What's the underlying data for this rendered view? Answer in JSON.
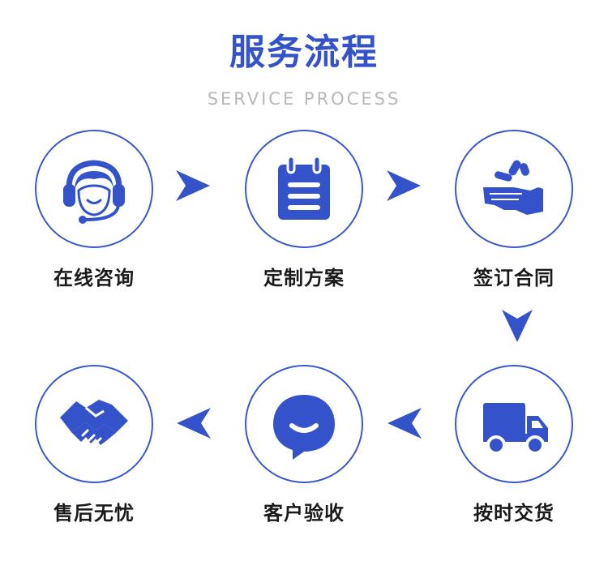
{
  "header": {
    "title": "服务流程",
    "subtitle": "SERVICE PROCESS"
  },
  "steps": [
    {
      "label": "在线咨询",
      "icon": "headset-agent-icon"
    },
    {
      "label": "定制方案",
      "icon": "notepad-icon"
    },
    {
      "label": "签订合同",
      "icon": "hand-pills-icon"
    },
    {
      "label": "按时交货",
      "icon": "delivery-truck-icon"
    },
    {
      "label": "客户验收",
      "icon": "smile-chat-icon"
    },
    {
      "label": "售后无忧",
      "icon": "handshake-icon"
    }
  ],
  "colors": {
    "accent": "#3452c9",
    "text": "#1a1a1a",
    "subtitle": "#b8b8b8"
  }
}
